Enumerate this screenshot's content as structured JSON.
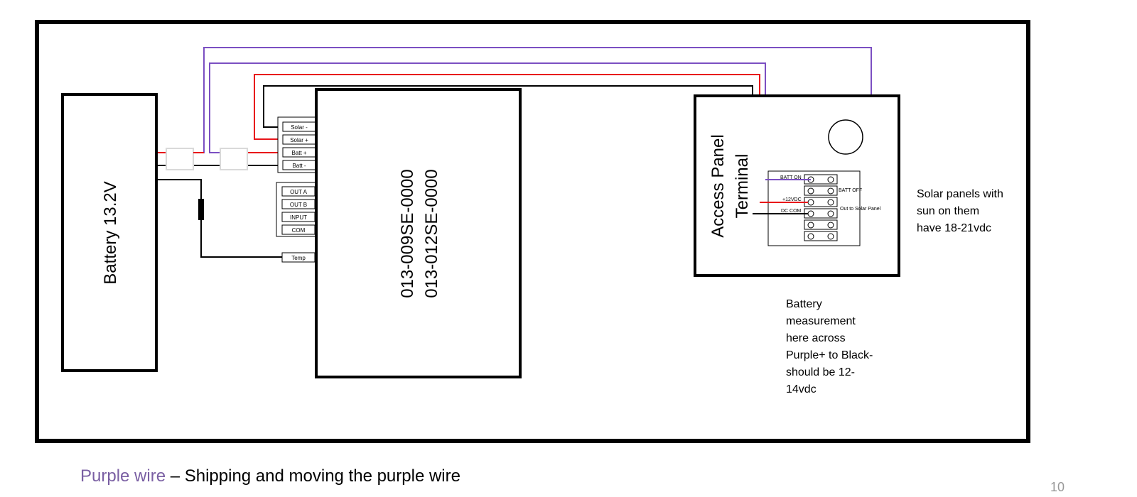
{
  "colors": {
    "purple_wire": "#7b4fc2",
    "red_wire": "#e8141a",
    "black_wire": "#000000",
    "caption_purple": "#7a5fa3",
    "page_number": "#999999"
  },
  "battery": {
    "label": "Battery 13.2V"
  },
  "controller": {
    "model_1": "013-009SE-0000",
    "model_2": "013-012SE-0000"
  },
  "terminals": {
    "solar_neg": "Solar -",
    "solar_pos": "Solar +",
    "batt_pos": "Batt +",
    "batt_neg": "Batt -",
    "out_a": "OUT A",
    "out_b": "OUT B",
    "input": "INPUT",
    "com": "COM",
    "temp": "Temp"
  },
  "access_panel": {
    "line1": "Access Panel",
    "line2": "Terminal",
    "batt_on": "BATT ON",
    "batt_off": "BATT OFF",
    "plus_12vdc": "+12VDC",
    "dc_com": "DC COM",
    "out_to_solar": "Out to Solar Panel"
  },
  "notes": {
    "solar": [
      "Solar panels with",
      "sun on them",
      "have 18-21vdc"
    ],
    "battery": [
      "Battery",
      "measurement",
      "here across",
      "Purple+ to Black-",
      "should be 12-",
      "14vdc"
    ]
  },
  "caption": {
    "highlight": "Purple wire",
    "rest": " – Shipping and moving the purple wire"
  },
  "page_number": "10"
}
